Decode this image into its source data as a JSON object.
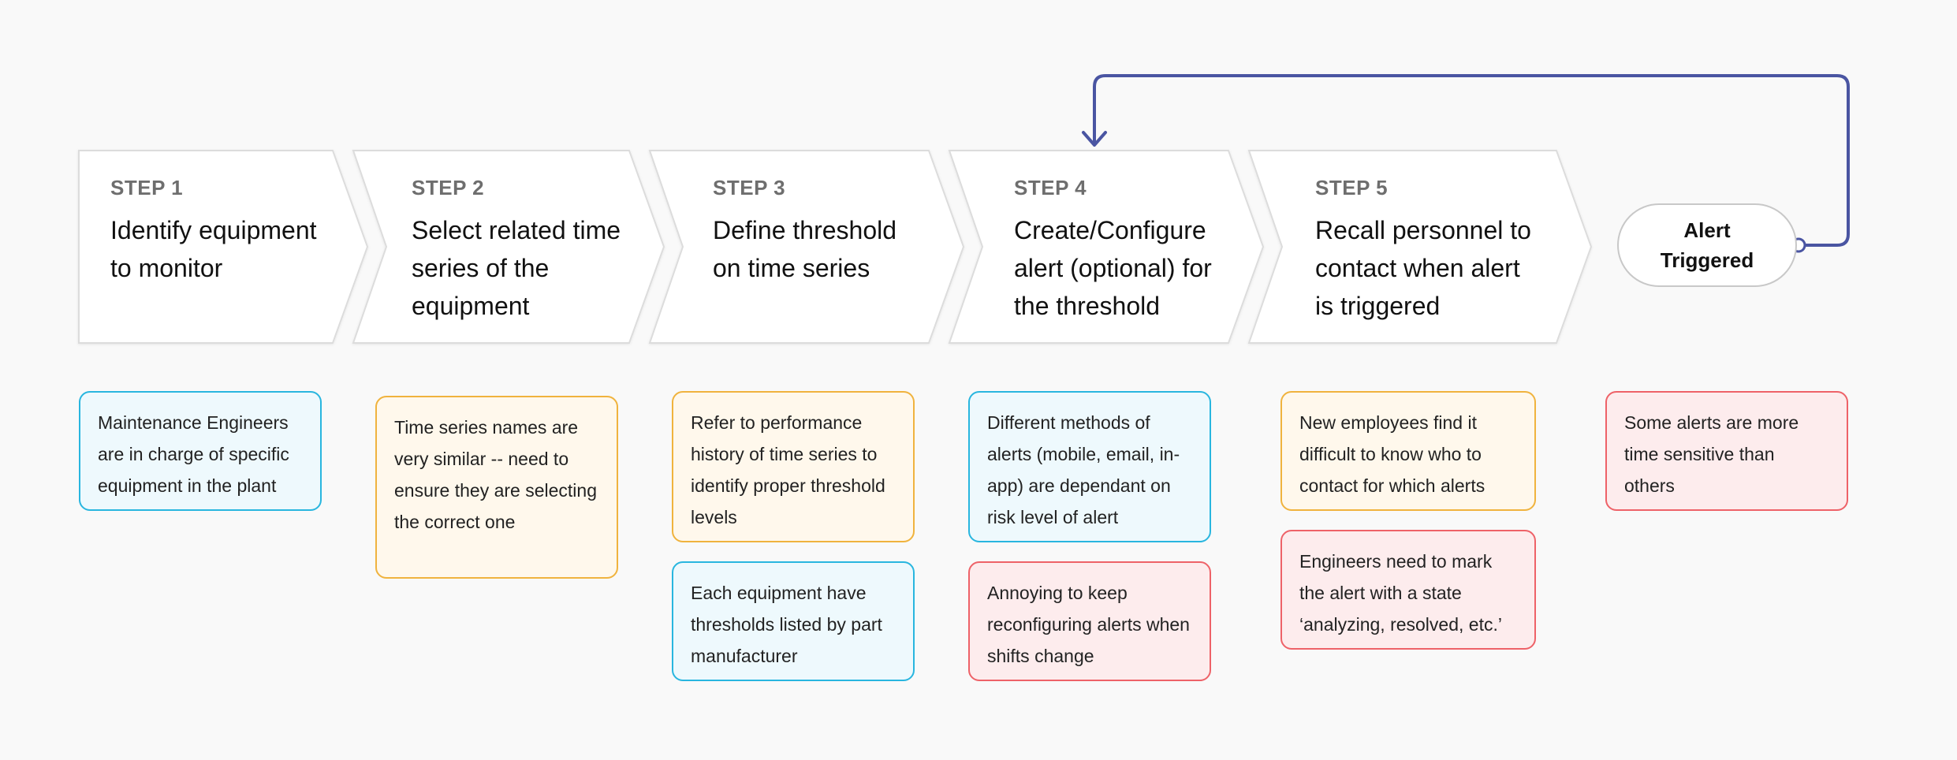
{
  "steps": [
    {
      "label": "STEP 1",
      "title": "Identify equipment\nto monitor"
    },
    {
      "label": "STEP 2",
      "title": "Select related time\nseries of the\nequipment"
    },
    {
      "label": "STEP 3",
      "title": "Define threshold\non time series"
    },
    {
      "label": "STEP 4",
      "title": "Create/Configure\nalert (optional) for\nthe threshold"
    },
    {
      "label": "STEP 5",
      "title": "Recall personnel to\ncontact when alert\nis triggered"
    }
  ],
  "alert_node": {
    "label": "Alert\nTriggered"
  },
  "notes": [
    {
      "category": "blue",
      "text": "Maintenance Engineers are in charge of specific equipment in the plant"
    },
    {
      "category": "yellow",
      "text": "Time series names are very similar -- need to ensure they are selecting the correct one"
    },
    {
      "category": "yellow",
      "text": "Refer to performance history of time series to identify proper threshold levels"
    },
    {
      "category": "blue",
      "text": "Each equipment have thresholds listed by part manufacturer"
    },
    {
      "category": "blue",
      "text": "Different methods of alerts (mobile, email, in-app) are dependant on risk level of alert"
    },
    {
      "category": "red",
      "text": "Annoying to keep reconfiguring alerts when shifts change"
    },
    {
      "category": "yellow",
      "text": "New employees find it difficult to know who to contact for which alerts"
    },
    {
      "category": "red",
      "text": "Engineers need to mark the alert with a state ‘analyzing, resolved, etc.’"
    },
    {
      "category": "red",
      "text": "Some alerts are more time sensitive than others"
    }
  ],
  "colors": {
    "blue_border": "#29b6df",
    "blue_fill": "#eef9fd",
    "yellow_border": "#f0b33e",
    "yellow_fill": "#fff8ec",
    "red_border": "#ee6268",
    "red_fill": "#fdeced",
    "connector": "#4a55a2"
  }
}
